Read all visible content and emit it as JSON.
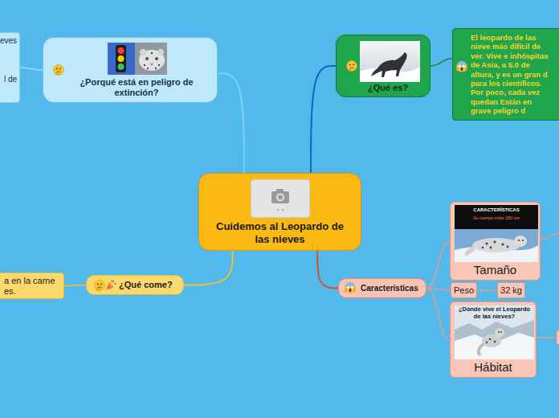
{
  "diagram": {
    "nodes": [
      {
        "text": [
          "¿Porqué está en peligro de extinción?"
        ]
      },
      {
        "text": [
          "eves",
          "l de"
        ]
      },
      {
        "text": [
          "¿Qué es?"
        ]
      },
      {
        "text": [
          "El leopardo de las nieve más difícil de ver. Vive e inhóspitas de Asia, a 5.0 de altura, y es un gran d para los científicos. Por poco, cada vez quedan Están en grave peligro d"
        ]
      },
      {
        "text": [
          "Cuidemos al Leopardo de las nieves"
        ]
      },
      {
        "text": [
          "¿Qué come?"
        ]
      },
      {
        "text": [
          "a en la carne es."
        ]
      },
      {
        "text": [
          "Características"
        ]
      },
      {
        "text": [
          "Tamaño"
        ]
      },
      {
        "text": [
          "Peso"
        ]
      },
      {
        "text": [
          "32 kg"
        ]
      },
      {
        "text": [
          "Hábitat"
        ]
      }
    ],
    "edges": [
      {
        "from": 4,
        "to": 0,
        "arrow": "none"
      },
      {
        "from": 0,
        "to": 1,
        "arrow": "none"
      },
      {
        "from": 4,
        "to": 2,
        "arrow": "none"
      },
      {
        "from": 2,
        "to": 3,
        "arrow": "none"
      },
      {
        "from": 4,
        "to": 7,
        "arrow": "none"
      },
      {
        "from": 7,
        "to": 8,
        "arrow": "none"
      },
      {
        "from": 7,
        "to": 9,
        "arrow": "none"
      },
      {
        "from": 7,
        "to": 11,
        "arrow": "none"
      },
      {
        "from": 9,
        "to": 10,
        "arrow": "none"
      },
      {
        "from": 4,
        "to": 5,
        "arrow": "none"
      },
      {
        "from": 5,
        "to": 6,
        "arrow": "none"
      }
    ],
    "labels": [
      "CARACTERÍSTICAS",
      "Su cuerpo mide 150 cm",
      "¿Dónde vive el Leopardo de las nieves?"
    ]
  }
}
